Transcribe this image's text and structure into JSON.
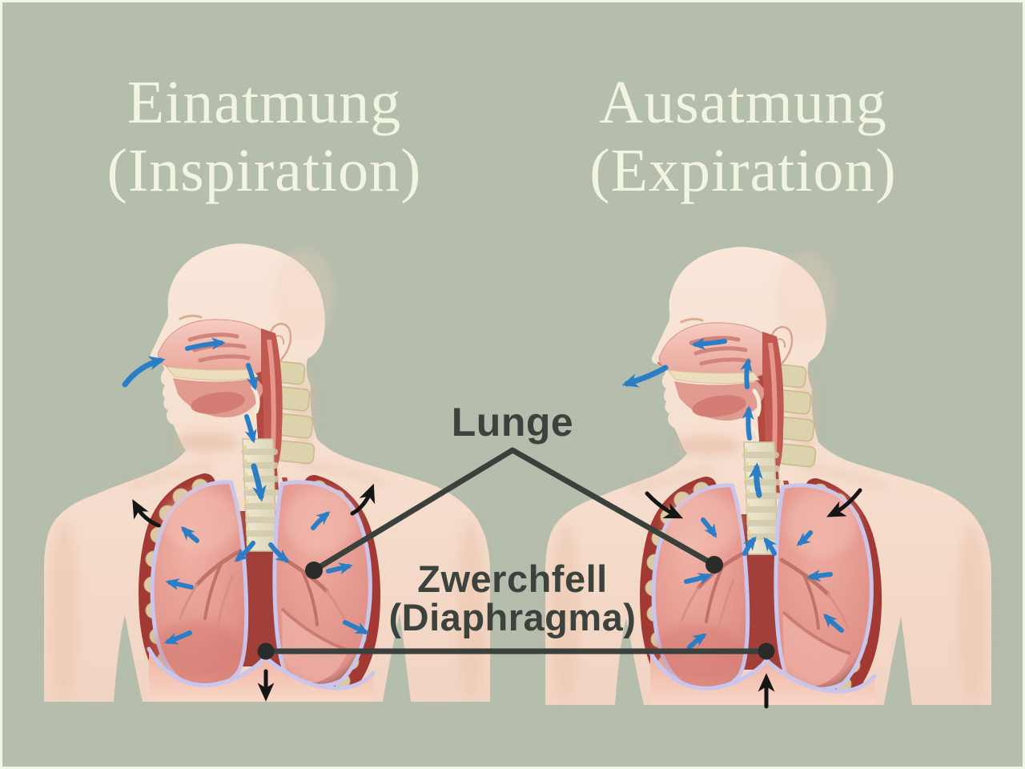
{
  "diagram": {
    "panels": {
      "left": {
        "title_de": "Einatmung",
        "title_lat": "(Inspiration)"
      },
      "right": {
        "title_de": "Ausatmung",
        "title_lat": "(Expiration)"
      }
    },
    "annotations": {
      "lung_label": "Lunge",
      "diaphragm_label": "Zwerchfell",
      "diaphragm_label_lat": "(Diaphragma)"
    },
    "colors": {
      "background": "#b5bdac",
      "frame": "#f4f4ec",
      "title_text": "#f2f3e1",
      "annotation_text": "#3c433e",
      "leader_line": "#3a403b",
      "leader_dot": "#2b2b29",
      "airflow_arrow": "#2b7ec5",
      "movement_arrow": "#151515",
      "skin": "#f8e3d4",
      "skin_shadow": "#e2b49c",
      "lung": "#e09087",
      "lung_highlight": "#f4bfb2",
      "pleura": "#c9c5ed",
      "rib_muscle": "#a23a33",
      "rib_bone": "#dcc9a2",
      "trachea": "#eee7d2",
      "trachea_ring": "#d3cbad",
      "vertebra": "#dcd2ab",
      "throat": "#c05a50",
      "nasal_cavity": "#f0bcb0",
      "mediastinum": "#a23f38",
      "diaphragm": "#f3c0b0"
    }
  }
}
